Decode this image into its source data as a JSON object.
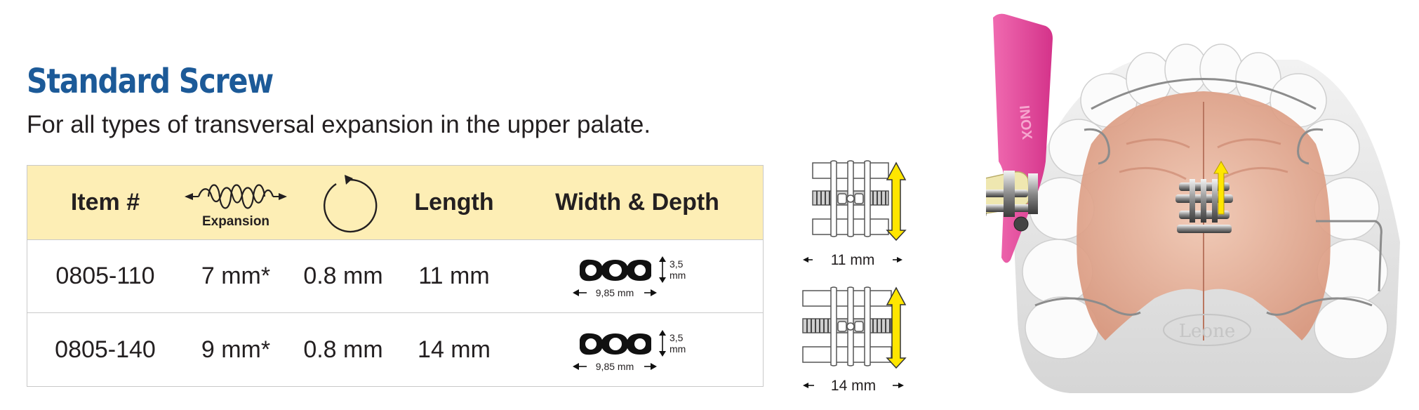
{
  "page": {
    "title": "Standard Screw",
    "subtitle": "For all types of transversal expansion in the upper palate."
  },
  "table": {
    "headers": {
      "item": "Item #",
      "expansion_label": "Expansion",
      "length": "Length",
      "width_depth": "Width & Depth"
    },
    "rows": [
      {
        "item": "0805-110",
        "expansion": "7 mm*",
        "turn": "0.8 mm",
        "length": "11 mm",
        "depth": "3,5",
        "depth_unit": "mm",
        "width": "9,85 mm"
      },
      {
        "item": "0805-140",
        "expansion": "9 mm*",
        "turn": "0.8 mm",
        "length": "14 mm",
        "depth": "3,5",
        "depth_unit": "mm",
        "width": "9,85 mm"
      }
    ]
  },
  "diagrams": [
    {
      "label": "11 mm"
    },
    {
      "label": "14 mm"
    }
  ],
  "photo": {
    "key_text": "INOX",
    "model_text": "Leone"
  },
  "colors": {
    "title": "#1c5a98",
    "header_bg": "#fdeeb5",
    "border": "#c9c9c9",
    "arrow_yellow": "#ffe600",
    "key_pink": "#e24a9b"
  }
}
